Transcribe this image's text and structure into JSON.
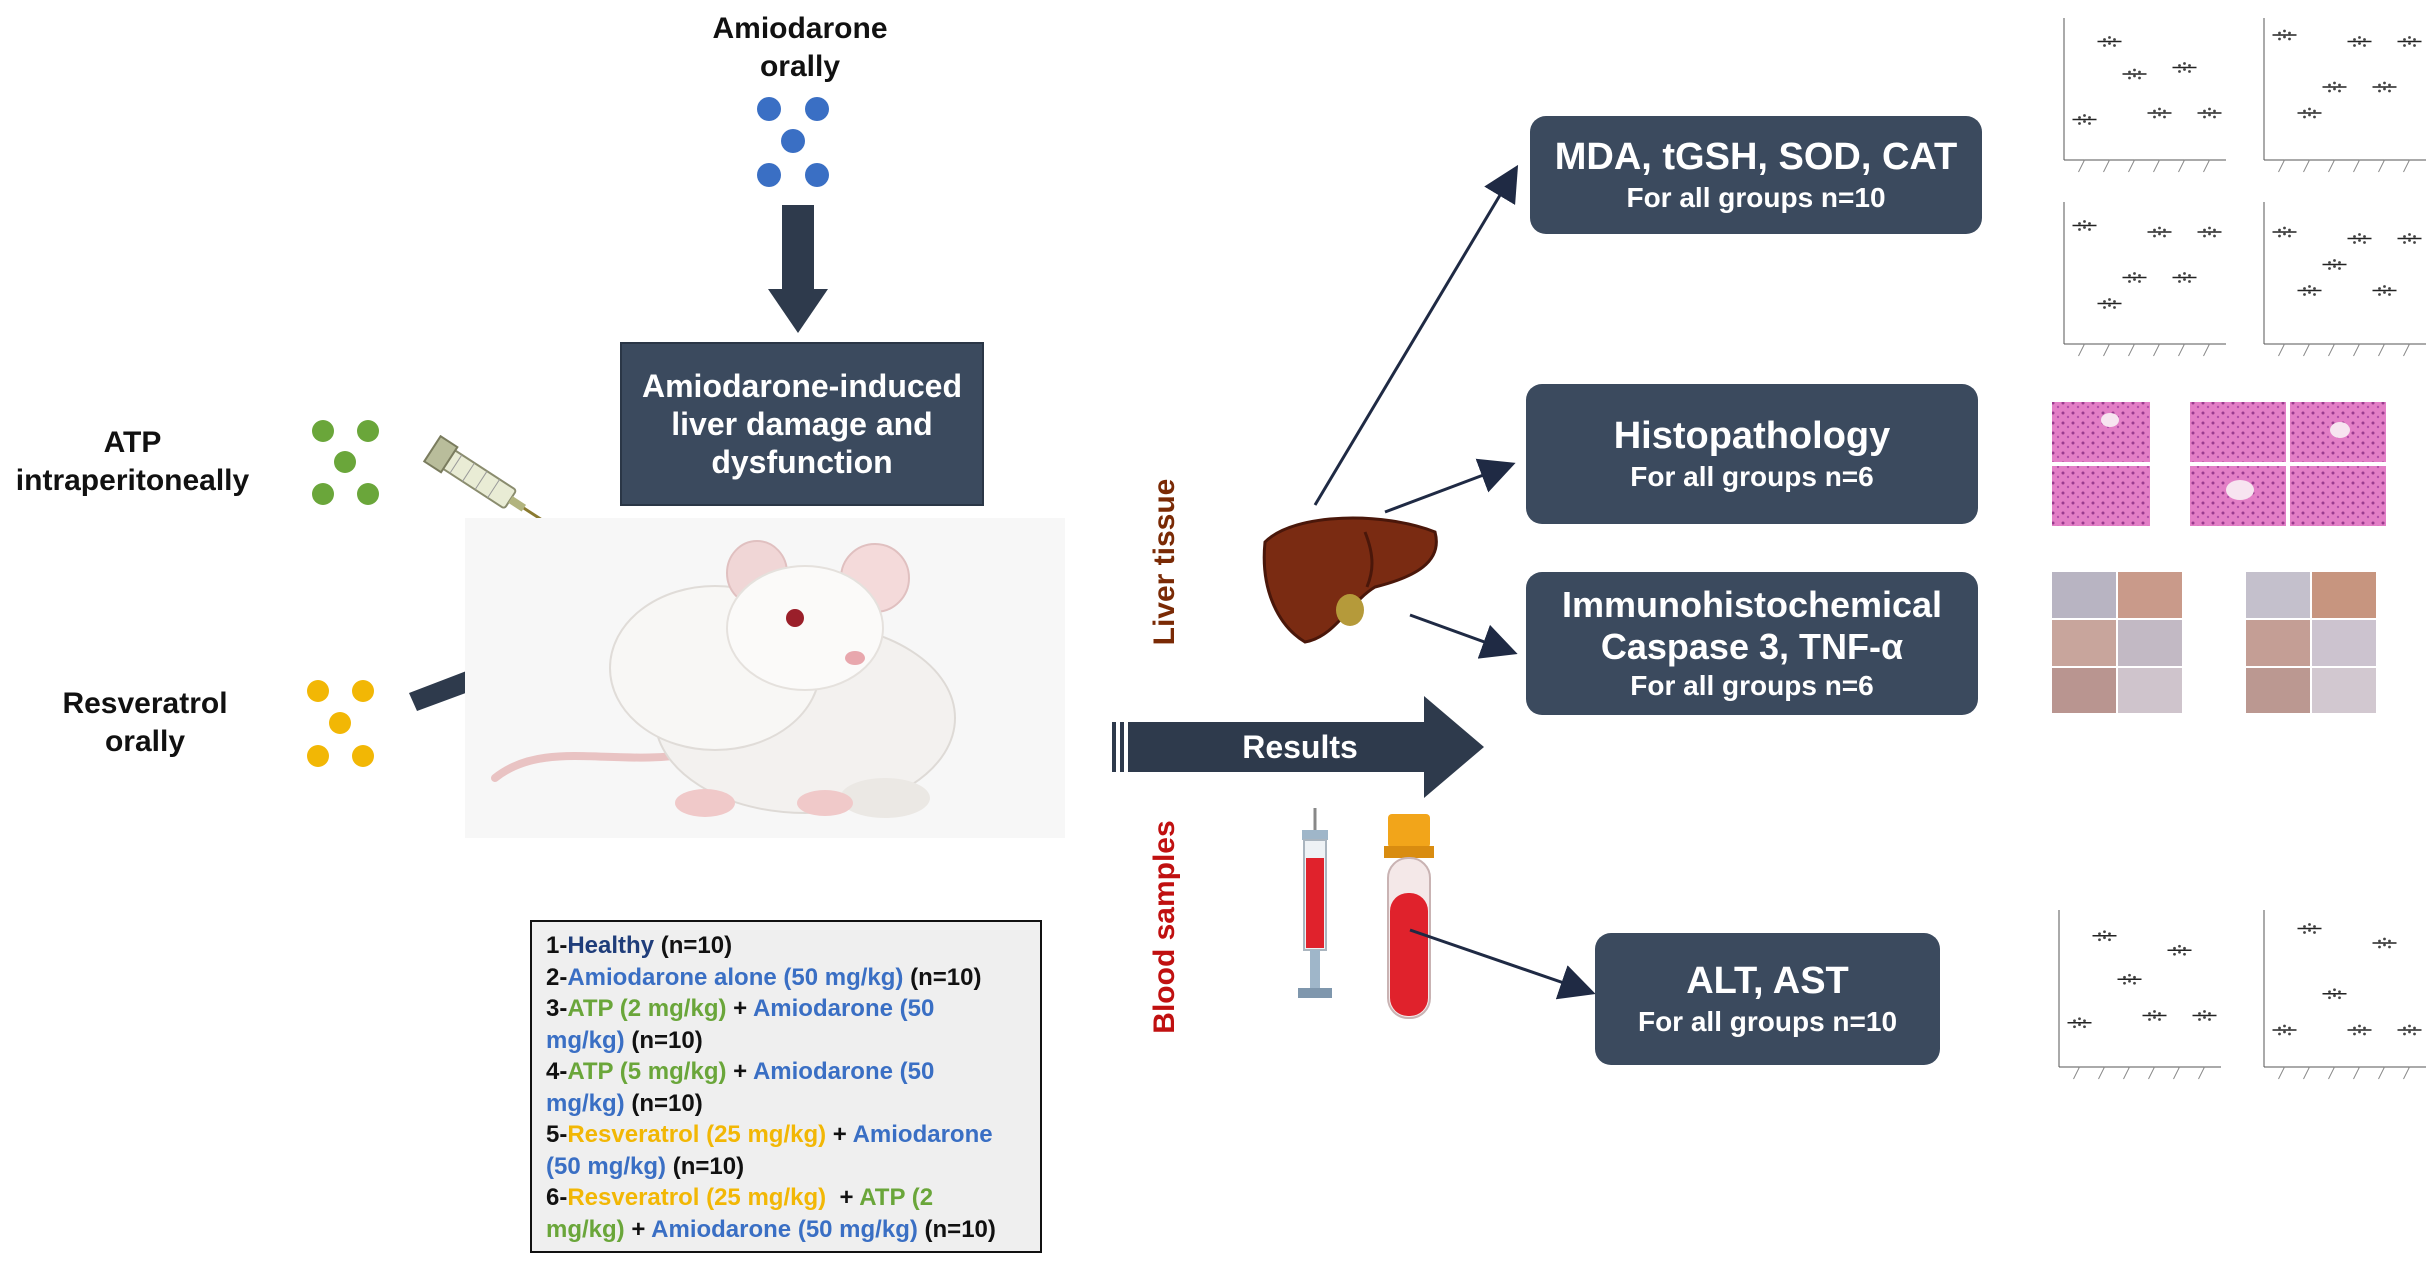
{
  "labels": {
    "amiodarone": "Amiodarone\norally",
    "atp": "ATP\nintraperitoneally",
    "resveratrol": "Resveratrol\norally",
    "liver_tissue": "Liver tissue",
    "blood_samples": "Blood samples",
    "results": "Results"
  },
  "damage_box": "Amiodarone-induced\nliver damage and\ndysfunction",
  "result_boxes": {
    "oxidative": {
      "title": "MDA, tGSH, SOD, CAT",
      "sub": "For all groups n=10"
    },
    "histo": {
      "title": "Histopathology",
      "sub": "For all groups n=6"
    },
    "immuno": {
      "title": "Immunohistochemical\nCaspase 3, TNF-α",
      "sub": "For all groups n=6"
    },
    "alt": {
      "title": "ALT, AST",
      "sub": "For all groups n=10"
    }
  },
  "groups": [
    [
      {
        "t": "1-",
        "c": ""
      },
      {
        "t": "Healthy",
        "c": "navy"
      },
      {
        "t": " (n=10)",
        "c": ""
      }
    ],
    [
      {
        "t": "2-",
        "c": ""
      },
      {
        "t": "Amiodarone alone (50 mg/kg)",
        "c": "blue"
      },
      {
        "t": " (n=10)",
        "c": ""
      }
    ],
    [
      {
        "t": "3-",
        "c": ""
      },
      {
        "t": "ATP (2 mg/kg)",
        "c": "green"
      },
      {
        "t": " + ",
        "c": ""
      },
      {
        "t": "Amiodarone (50",
        "c": "blue"
      }
    ],
    [
      {
        "t": "mg/kg)",
        "c": "blue"
      },
      {
        "t": " (n=10)",
        "c": ""
      }
    ],
    [
      {
        "t": "4-",
        "c": ""
      },
      {
        "t": "ATP (5 mg/kg)",
        "c": "green"
      },
      {
        "t": " + ",
        "c": ""
      },
      {
        "t": "Amiodarone (50",
        "c": "blue"
      }
    ],
    [
      {
        "t": "mg/kg)",
        "c": "blue"
      },
      {
        "t": " (n=10)",
        "c": ""
      }
    ],
    [
      {
        "t": "5-",
        "c": ""
      },
      {
        "t": "Resveratrol (25 mg/kg)",
        "c": "yellow"
      },
      {
        "t": " + ",
        "c": ""
      },
      {
        "t": "Amiodarone",
        "c": "blue"
      }
    ],
    [
      {
        "t": "(50 mg/kg)",
        "c": "blue"
      },
      {
        "t": " (n=10)",
        "c": ""
      }
    ],
    [
      {
        "t": "6-",
        "c": ""
      },
      {
        "t": "Resveratrol (25 mg/kg)",
        "c": "yellow"
      },
      {
        "t": "  + ",
        "c": ""
      },
      {
        "t": "ATP (2",
        "c": "green"
      }
    ],
    [
      {
        "t": "mg/kg)",
        "c": "green"
      },
      {
        "t": " + ",
        "c": ""
      },
      {
        "t": "Amiodarone (50 mg/kg)",
        "c": "blue"
      },
      {
        "t": " (n=10)",
        "c": ""
      }
    ]
  ],
  "colors": {
    "box": "#3b4a5e",
    "pill_blue": "#3a6fc4",
    "pill_green": "#6aa63a",
    "pill_yellow": "#f2b705",
    "liver_label": "#7a2a05",
    "blood_label": "#c01010"
  },
  "icons": [
    "pill-cluster-icon",
    "syringe-icon",
    "rat-image",
    "liver-icon",
    "blood-tube-icon",
    "syringe-blood-icon"
  ]
}
